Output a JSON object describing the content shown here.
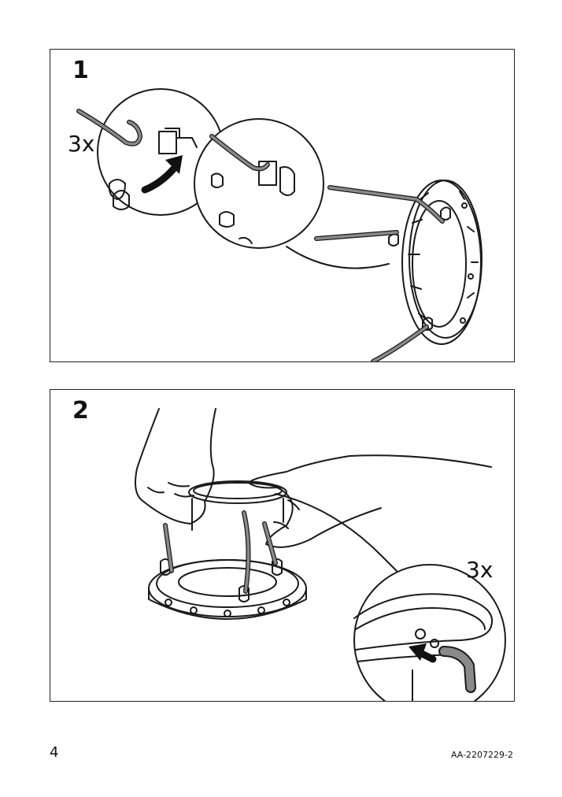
{
  "steps": [
    {
      "number": "1",
      "count_label": "3x"
    },
    {
      "number": "2",
      "count_label": "3x"
    }
  ],
  "footer": {
    "page_number": "4",
    "doc_code": "AA-2207229-2"
  },
  "colors": {
    "line": "#1a1a1a",
    "wire": "#8a8a8a",
    "arrow": "#111111"
  },
  "icons": [
    "curved-arrow-icon",
    "push-arrow-icon"
  ]
}
